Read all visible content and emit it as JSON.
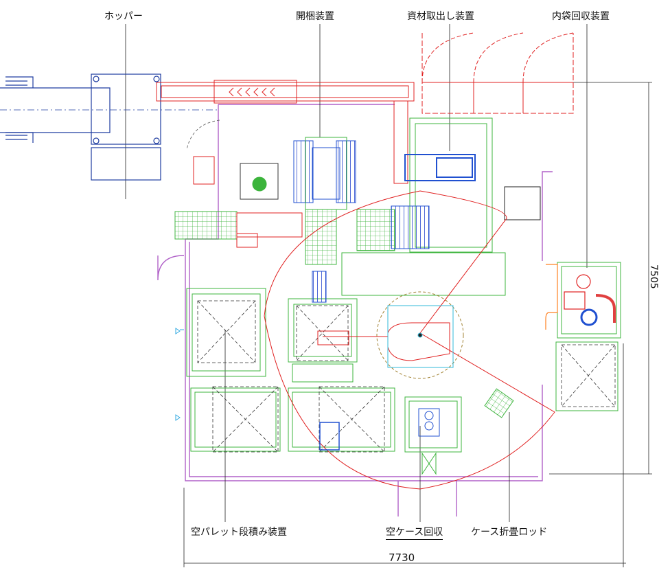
{
  "labels": {
    "hopper": "ホッパー",
    "unpacker": "開梱装置",
    "material_feeder": "資材取出し装置",
    "inner_bag_collector": "内袋回収装置",
    "empty_pallet_stacker": "空パレット段積み装置",
    "empty_case_collector": "空ケース回収",
    "case_fold_rod": "ケース折畳ロッド"
  },
  "dimensions": {
    "width": "7730",
    "height": "7505"
  },
  "colors": {
    "wall": "#b060c8",
    "frame": "#3cb43c",
    "hopper": "#1e3ca0",
    "robot_reach": "#e02020",
    "dimension_line": "#222222",
    "machine_blue": "#2050d0",
    "cyan": "#30b8d8"
  }
}
